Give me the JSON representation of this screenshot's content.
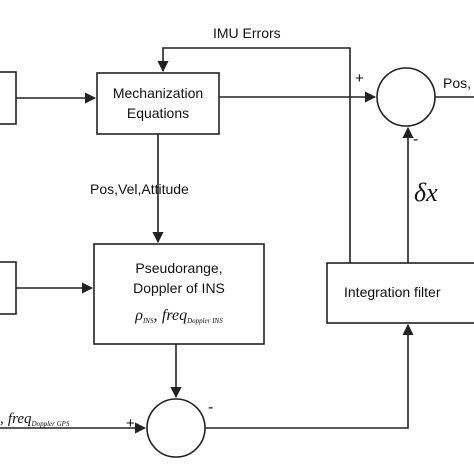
{
  "diagram": {
    "imu_errors_label": "IMU Errors",
    "mechanization": {
      "line1": "Mechanization",
      "line2": "Equations"
    },
    "pos_vel_att_label": "Pos,Vel,Attitude",
    "ins_block": {
      "line1": "Pseudorange,",
      "line2": "Doppler of INS",
      "rho": "ρ",
      "rho_sub": "INS",
      "sep": ",",
      "freq": "freq",
      "freq_sub": "Doppler INS"
    },
    "integration_filter": "Integration filter",
    "pos_out_label": "Pos,",
    "delta_x_label": "δx",
    "plus_top": "+",
    "minus_top": "-",
    "plus_bottom": "+",
    "minus_bottom": "-",
    "gps_input": {
      "prefix": ",",
      "freq": "freq",
      "freq_sub": "Doppler GPS"
    }
  }
}
